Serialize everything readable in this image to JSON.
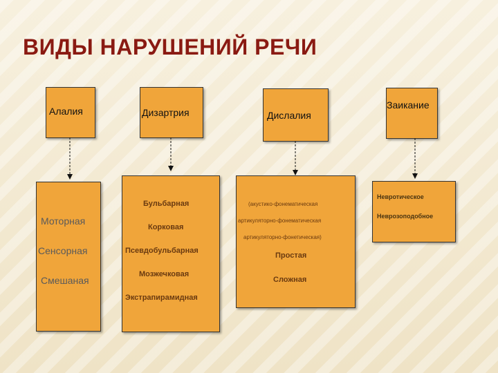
{
  "title": "ВИДЫ НАРУШЕНИЙ РЕЧИ",
  "top_boxes": [
    "Алалия",
    "Дизартрия",
    "Дислалия",
    "Заикание"
  ],
  "alalia": [
    "Моторная",
    "Сенсорная",
    "Смешаная"
  ],
  "dysarthria": [
    "Бульбарная",
    "Корковая",
    "Псевдобульбарная",
    "Мозжечковая",
    "Экстрапирамидная"
  ],
  "dyslalia": [
    "(акустико-фонематическая",
    "артикуляторно-фонематическая",
    "артикуляторно-фонетическая)",
    "Простая",
    "Сложная"
  ],
  "stuttering": [
    "Невротическое",
    "Неврозоподобное"
  ],
  "colors": {
    "box": "#f0a53a",
    "title": "#8a1a12",
    "border": "#333333"
  }
}
